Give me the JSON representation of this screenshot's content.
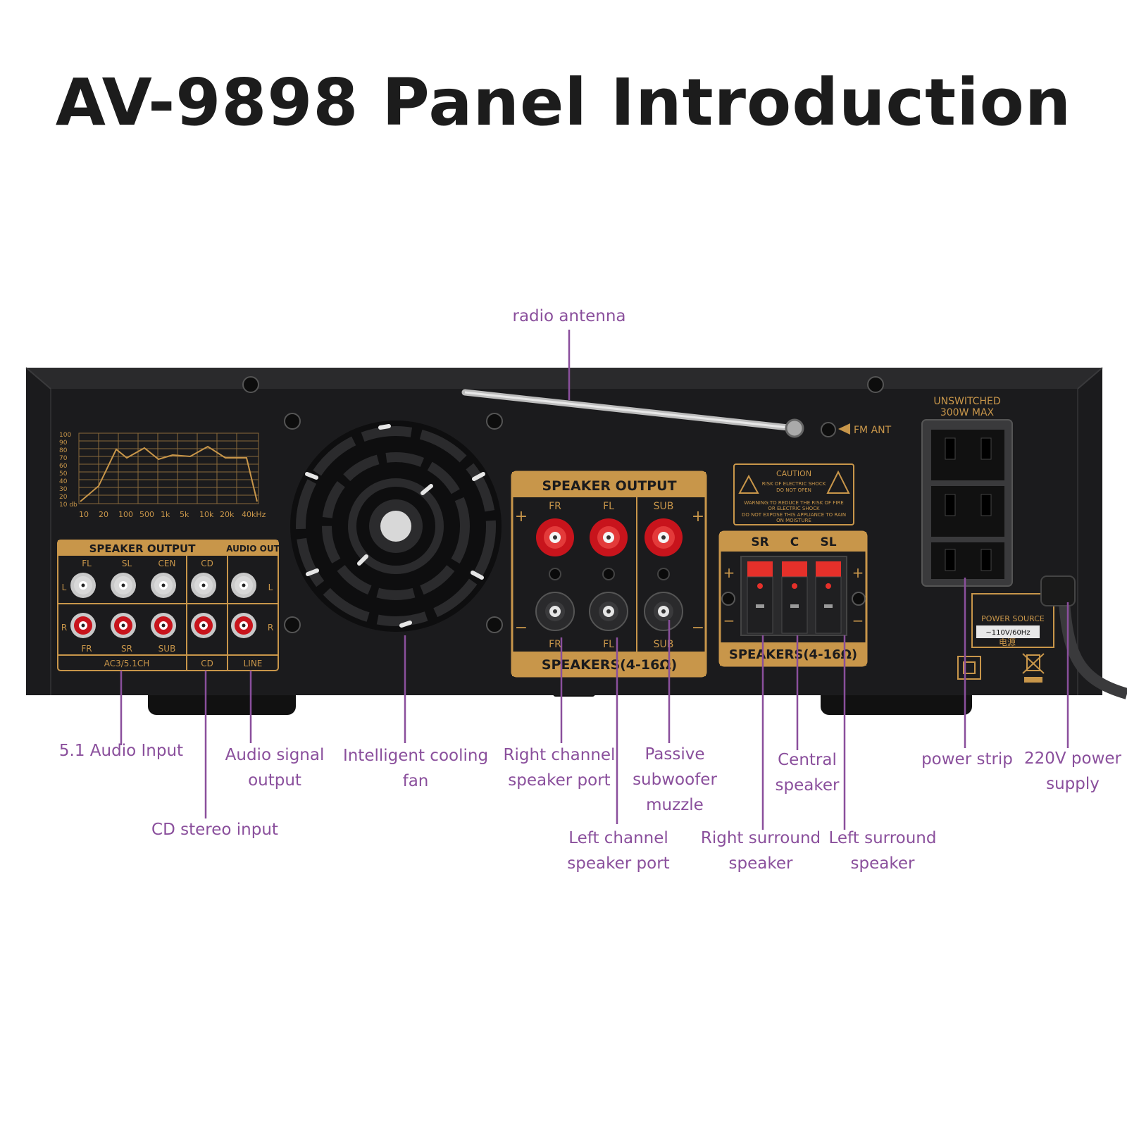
{
  "title": "AV-9898 Panel Introduction",
  "panel": {
    "graph_y_ticks": [
      "100",
      "90",
      "80",
      "70",
      "60",
      "50",
      "40",
      "30",
      "20",
      "10 db"
    ],
    "graph_x_ticks": [
      "10",
      "20",
      "100",
      "500",
      "1k",
      "5k",
      "10k",
      "20k",
      "40kHz"
    ],
    "left_block": {
      "header": "SPEAKER OUTPUT",
      "audio_out_header": "AUDIO OUT",
      "top_labels": [
        "FL",
        "SL",
        "CEN",
        "CD"
      ],
      "bottom_labels": [
        "FR",
        "SR",
        "SUB"
      ],
      "side_l": "L",
      "side_r": "R",
      "footer_ac3": "AC3/5.1CH",
      "footer_cd": "CD",
      "footer_line": "LINE"
    },
    "speaker_output": {
      "header": "SPEAKER OUTPUT",
      "top_labels": [
        "FR",
        "FL",
        "SUB"
      ],
      "bottom_labels": [
        "FR",
        "FL",
        "SUB"
      ],
      "plus": "+",
      "minus": "−",
      "footer": "SPEAKERS(4-16Ω)"
    },
    "caution": {
      "title": "CAUTION",
      "line1": "RISK OF ELECTRIC SHOCK",
      "line2": "DO NOT OPEN",
      "line3": "WARNING:TO REDUCE THE RISK OF FIRE",
      "line4": "OR ELECTRIC SHOCK",
      "line5": "DO NOT EXPOSE THIS APPLIANCE TO RAIN",
      "line6": "ON MOISTURE"
    },
    "surround": {
      "labels": [
        "SR",
        "C",
        "SL"
      ],
      "footer": "SPEAKERS(4-16Ω)"
    },
    "fm_ant": "FM ANT",
    "unswitched_1": "UNSWITCHED",
    "unswitched_2": "300W MAX",
    "power_source": "POWER SOURCE",
    "power_voltage": "~110V/60Hz",
    "power_cn": "电源"
  },
  "callouts": {
    "radio_antenna": "radio antenna",
    "audio_input_51": "5.1 Audio Input",
    "audio_signal_output_1": "Audio signal",
    "audio_signal_output_2": "output",
    "cd_stereo_input": "CD stereo input",
    "cooling_fan_1": "Intelligent cooling",
    "cooling_fan_2": "fan",
    "right_channel_1": "Right channel",
    "right_channel_2": "speaker port",
    "left_channel_1": "Left channel",
    "left_channel_2": "speaker port",
    "passive_sub_1": "Passive",
    "passive_sub_2": "subwoofer",
    "passive_sub_3": "muzzle",
    "right_surround_1": "Right surround",
    "right_surround_2": "speaker",
    "central_1": "Central",
    "central_2": "speaker",
    "left_surround_1": "Left surround",
    "left_surround_2": "speaker",
    "power_strip": "power strip",
    "power_220_1": "220V power",
    "power_220_2": "supply"
  },
  "colors": {
    "callout": "#8a4f9c",
    "gold": "#c8964a",
    "chassis": "#1b1b1d",
    "red_terminal": "#c8141c"
  }
}
